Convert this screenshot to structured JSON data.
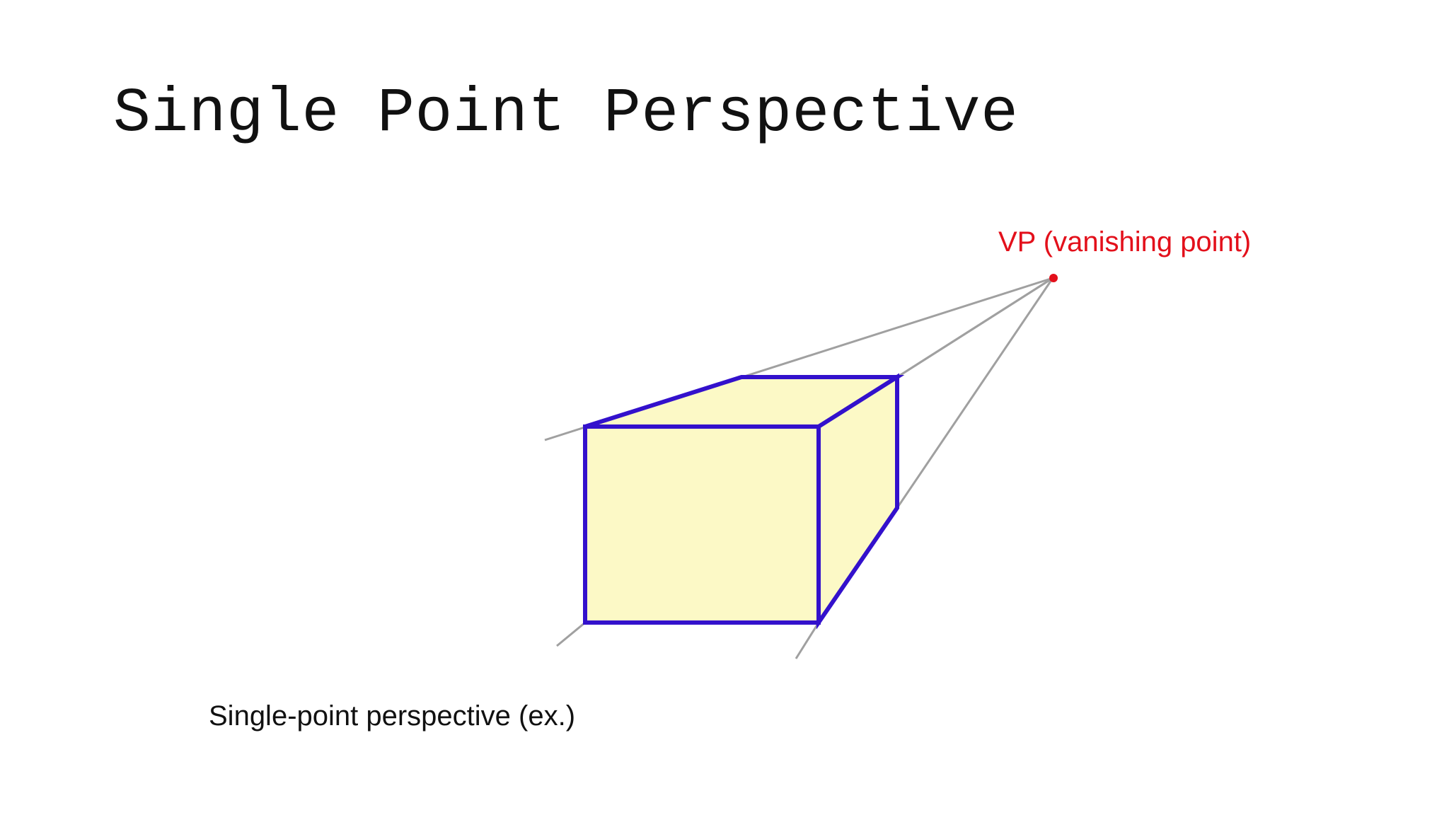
{
  "slide": {
    "title": "Single Point Perspective"
  },
  "diagram": {
    "vp_label": "VP (vanishing point)",
    "caption": "Single-point perspective (ex.)",
    "colors": {
      "cube_edge": "#3311cc",
      "cube_fill": "#fcf9c6",
      "guide_line": "#a0a0a0",
      "vanishing_point": "#e3101b",
      "title_text": "#111111"
    }
  }
}
